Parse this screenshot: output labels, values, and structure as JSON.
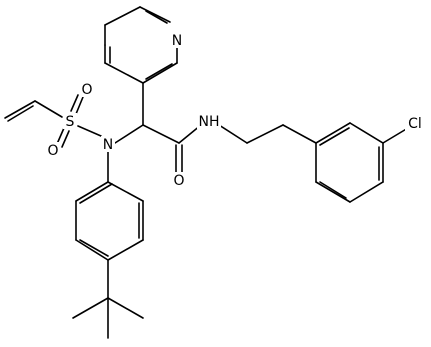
{
  "molecule": {
    "atoms": {
      "pyridine_n": "N",
      "sulfur": "S",
      "sulfonyl_o_top": "O",
      "sulfonyl_o_bottom": "O",
      "sulfonamide_n": "N",
      "carbonyl_o": "O",
      "amide_nh": "NH",
      "chlorine": "Cl"
    }
  }
}
